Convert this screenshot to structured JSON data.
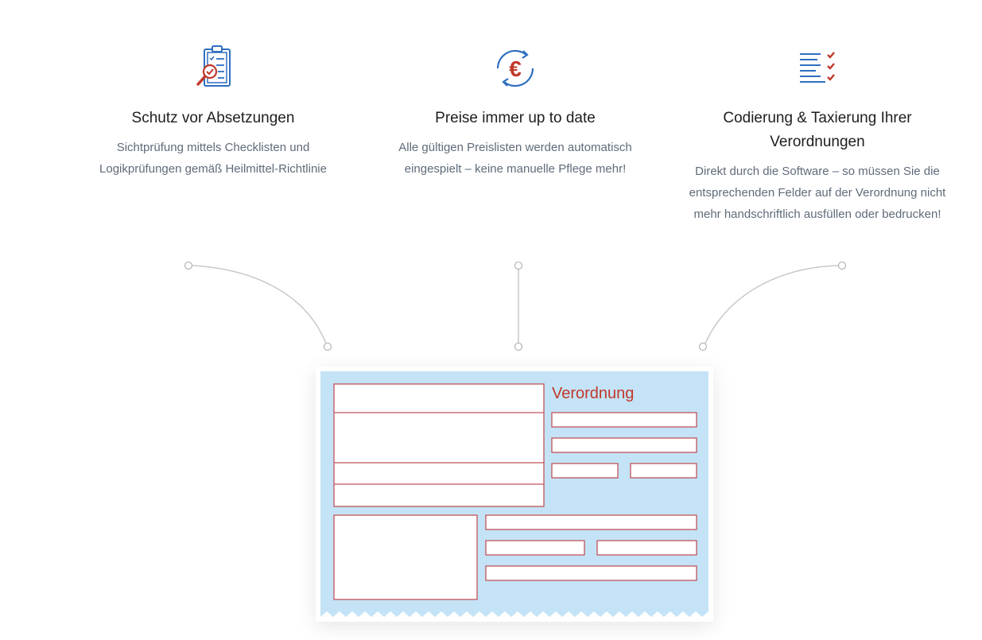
{
  "features": [
    {
      "icon": "clipboard-magnifier-icon",
      "title": "Schutz vor Absetzungen",
      "desc_line1": "Sichtprüfung mittels Checklisten und",
      "desc_line2": "Logikprüfungen gemäß Heilmittel-Richtlinie"
    },
    {
      "icon": "euro-refresh-icon",
      "title": "Preise immer up to date",
      "desc_line1": "Alle gültigen Preislisten werden automatisch",
      "desc_line2": "eingespielt – keine manuelle Pflege mehr!"
    },
    {
      "icon": "checklist-icon",
      "title_line1": "Codierung & Taxierung Ihrer",
      "title_line2": "Verordnungen",
      "desc_line1": "Direkt durch die Software – so müssen Sie die",
      "desc_line2": "entsprechenden Felder auf der Verordnung nicht",
      "desc_line3": "mehr handschriftlich ausfüllen oder bedrucken!"
    }
  ],
  "form": {
    "title": "Verordnung"
  },
  "colors": {
    "blue": "#2f6fc0",
    "red": "#c0392b",
    "form_bg": "#c5e3f6",
    "form_field_border": "#c0555a"
  }
}
